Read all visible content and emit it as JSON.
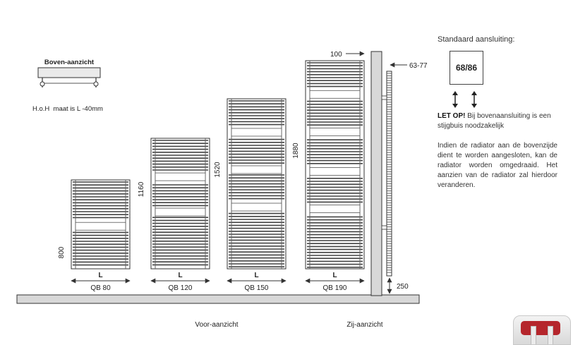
{
  "top_view": {
    "title": "Boven-aanzicht",
    "note": "H.o.H  maat is L -40mm"
  },
  "radiators": [
    {
      "model": "QB 80",
      "height_label": "800",
      "width_label": "L"
    },
    {
      "model": "QB 120",
      "height_label": "1160",
      "width_label": "L"
    },
    {
      "model": "QB 150",
      "height_label": "1520",
      "width_label": "L"
    },
    {
      "model": "QB 190",
      "height_label": "1880",
      "width_label": "L"
    }
  ],
  "dimensions": {
    "top_offset": "100",
    "wall_distance": "63-77",
    "floor_clearance": "250"
  },
  "view_labels": {
    "front": "Voor-aanzicht",
    "side": "Zij-aanzicht"
  },
  "connection": {
    "title": "Standaard aansluiting:",
    "value": "68/86"
  },
  "notes": {
    "warning_bold": "LET OP!",
    "warning_text": " Bij bovenaansluiting is een stijgbuis noodzakelijk",
    "info": "Indien de radiator aan de bovenzijde dient te worden aangesloten, kan de radiator worden omgedraaid. Het aanzien van de radiator zal hierdoor veranderen."
  },
  "colors": {
    "line": "#333333",
    "floor_fill": "#d8d8d8",
    "radiator_fill": "#ffffff"
  }
}
